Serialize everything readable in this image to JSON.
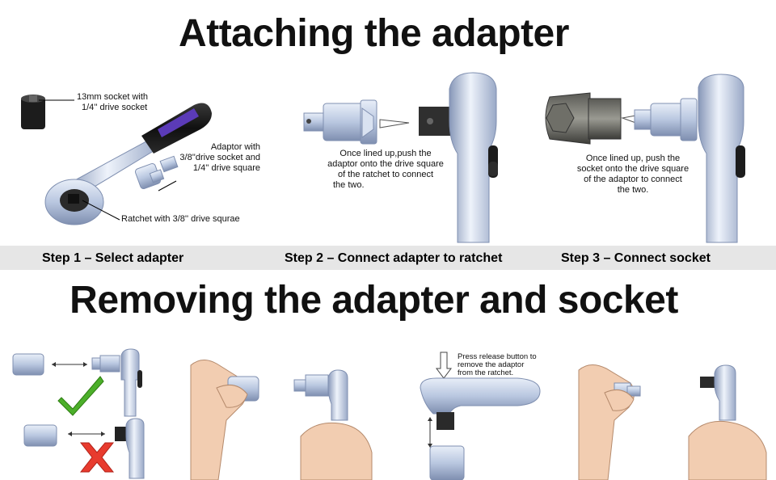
{
  "titles": {
    "attaching": "Attaching the adapter",
    "removing": "Removing the adapter and socket"
  },
  "steps": [
    {
      "label": "Step 1 – Select adapter"
    },
    {
      "label": "Step 2 – Connect adapter to ratchet"
    },
    {
      "label": "Step 3 – Connect socket"
    }
  ],
  "callouts": {
    "socket": [
      "13mm socket with",
      "1/4'' drive socket"
    ],
    "adaptor": [
      "Adaptor with",
      "3/8''drive socket and",
      "1/4'' drive square"
    ],
    "ratchet": "Ratchet with 3/8'' drive squrae",
    "step2": [
      "Once lined up,push the",
      "adaptor onto the drive square",
      "of the ratchet to connect",
      "the two."
    ],
    "step3": [
      "Once lined up, push the",
      "socket onto the drive square",
      "of the adaptor to connect",
      "the two."
    ],
    "release": [
      "Press release button to",
      "remove the adaptor",
      "from the ratchet."
    ]
  },
  "colors": {
    "steel": "#b9c7e0",
    "steel_dark": "#8797b8",
    "handle": "#1b1b1b",
    "handle_accent": "#6b3fc0",
    "skin": "#f2cdb1",
    "check": "#4caf2a",
    "cross": "#e83b2e",
    "band": "#e6e6e6"
  }
}
